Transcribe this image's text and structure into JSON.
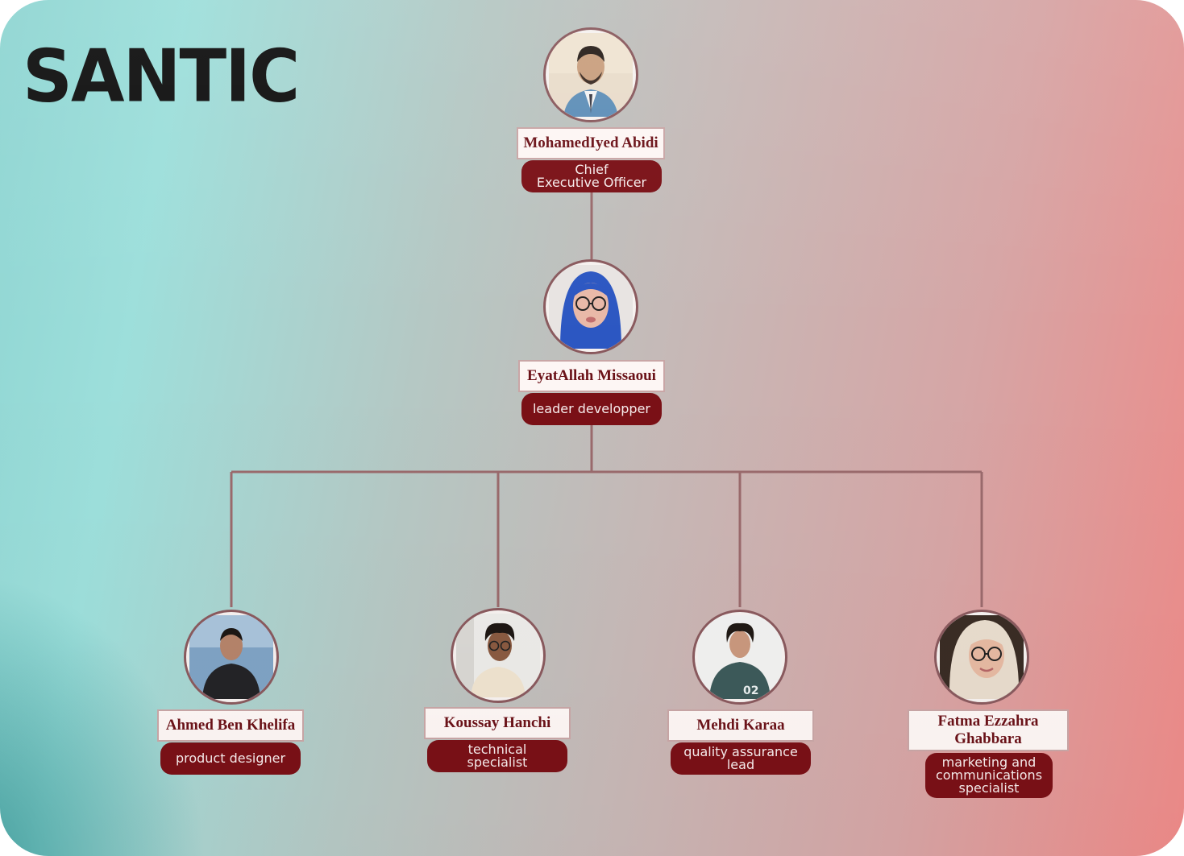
{
  "brand": {
    "logo_text": "SANTIC"
  },
  "colors": {
    "connector": "#9a6a6c",
    "role_pill": "#7a1016",
    "name_text": "#6b1218"
  },
  "people": {
    "ceo": {
      "name": "MohamedIyed Abidi",
      "role": "Chief\nExecutive Officer",
      "photo": "man-suit-portrait"
    },
    "lead": {
      "name": "EyatAllah Missaoui",
      "role": "leader developper",
      "photo": "woman-blue-hijab-portrait"
    },
    "members": [
      {
        "name": "Ahmed Ben Khelifa",
        "role": "product designer",
        "photo": "man-black-hoodie-portrait"
      },
      {
        "name": "Koussay Hanchi",
        "role": "technical\nspecialist",
        "photo": "man-glasses-portrait"
      },
      {
        "name": "Mehdi Karaa",
        "role": "quality assurance\nlead",
        "photo": "man-green-hoodie-portrait"
      },
      {
        "name": "Fatma Ezzahra\nGhabbara",
        "role": "marketing and\ncommunications\nspecialist",
        "photo": "woman-white-hijab-portrait"
      }
    ]
  }
}
